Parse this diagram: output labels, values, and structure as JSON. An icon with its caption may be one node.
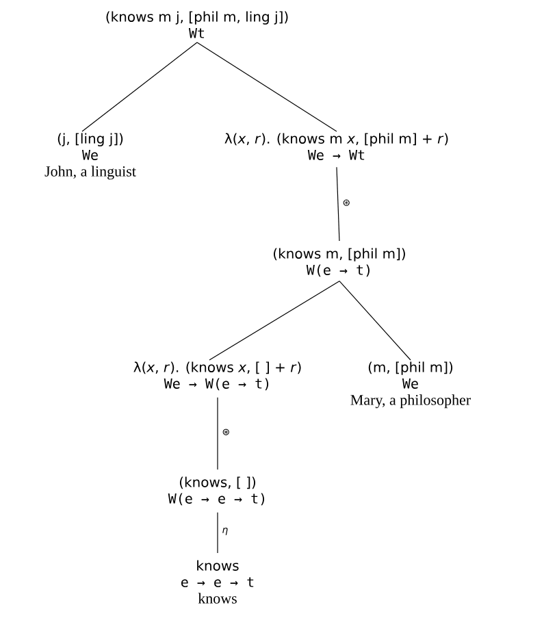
{
  "diagram": {
    "nodes": [
      {
        "text": [
          "(knows m j, [phil m, ling j])",
          "Wt"
        ]
      },
      {
        "text": [
          "(j, [ling j])",
          "We",
          "John, a linguist"
        ]
      },
      {
        "text": [
          "λ(*x*, *r*). (knows m *x*, [phil m] + *r*)",
          "We → Wt"
        ]
      },
      {
        "text": [
          "(knows m, [phil m])",
          "W(e → t)"
        ]
      },
      {
        "text": [
          "λ(*x*, *r*). (knows *x*, [ ] + *r*)",
          "We → W(e → t)"
        ]
      },
      {
        "text": [
          "(m, [phil m])",
          "We",
          "Mary, a philosopher"
        ]
      },
      {
        "text": [
          "(knows, [ ])",
          "W(e → e → t)"
        ]
      },
      {
        "text": [
          "knows",
          "e → e → t",
          "knows"
        ]
      }
    ],
    "edges": [
      {
        "from": 0,
        "to": 1,
        "arrow": "none"
      },
      {
        "from": 0,
        "to": 2,
        "arrow": "none"
      },
      {
        "from": 2,
        "to": 3,
        "arrow": "none",
        "label": "⊛"
      },
      {
        "from": 3,
        "to": 4,
        "arrow": "none"
      },
      {
        "from": 3,
        "to": 5,
        "arrow": "none"
      },
      {
        "from": 4,
        "to": 6,
        "arrow": "none",
        "label": "⊛"
      },
      {
        "from": 6,
        "to": 7,
        "arrow": "none",
        "label": "η"
      }
    ]
  }
}
